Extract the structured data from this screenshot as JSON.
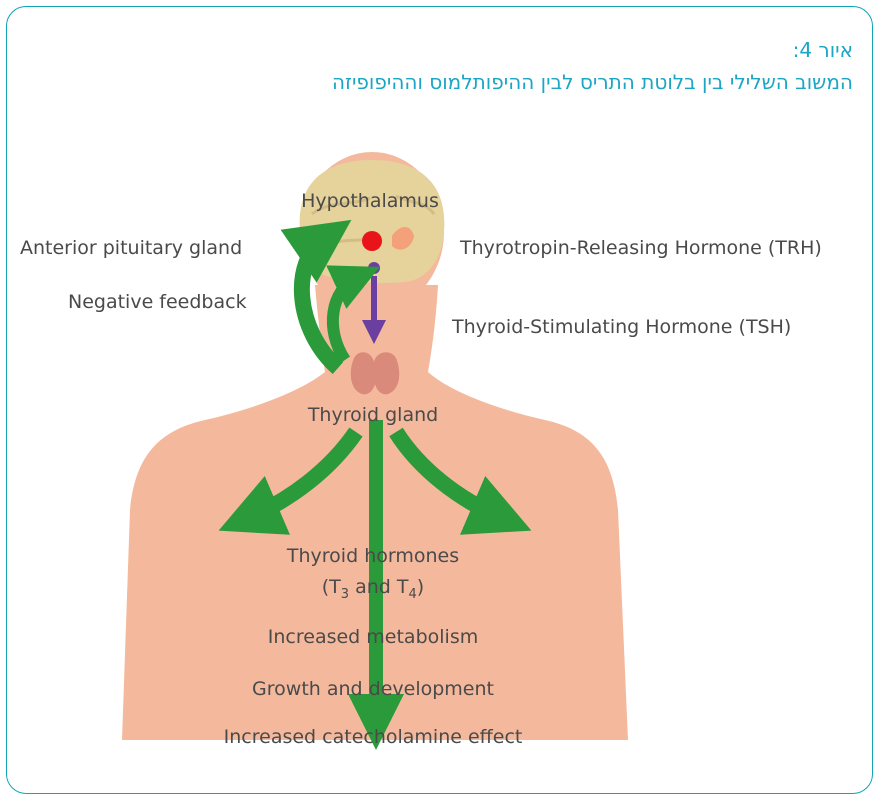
{
  "header": {
    "figure_label": "איור 4:",
    "figure_title": "המשוב השלילי בין בלוטת התריס לבין ההיפותלמוס וההיפופיזה"
  },
  "labels": {
    "hypothalamus": "Hypothalamus",
    "anterior_pituitary": "Anterior pituitary gland",
    "trh": "Thyrotropin-Releasing Hormone (TRH)",
    "negative_feedback": "Negative feedback",
    "tsh": "Thyroid-Stimulating Hormone (TSH)",
    "thyroid_gland": "Thyroid gland",
    "thyroid_hormones_line1": "Thyroid hormones",
    "t3_prefix": "(T",
    "t3_sub": "3",
    "and": " and T",
    "t4_sub": "4",
    "t4_suffix": ")",
    "increased_metabolism": "Increased metabolism",
    "growth_development": "Growth and development",
    "catecholamine": "Increased catecholamine effect"
  },
  "colors": {
    "accent": "#1aa6c4",
    "skin": "#f4b99c",
    "brain": "#e6d29b",
    "arrow_green": "#2b9a3a",
    "hypothalamus_red": "#e8141a",
    "pituitary_purple": "#6b3fa0",
    "thyroid": "#d98a7a"
  }
}
